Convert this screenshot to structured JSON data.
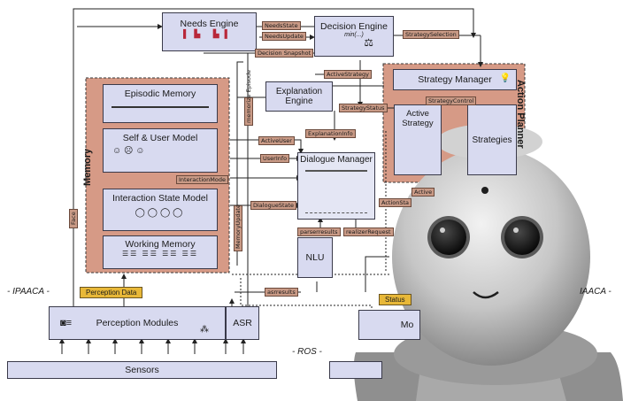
{
  "modules": {
    "needs_engine": "Needs Engine",
    "decision_engine": "Decision Engine",
    "decision_formula": "min(...)",
    "episodic_memory": "Episodic Memory",
    "explanation_engine": "Explanation Engine",
    "self_user_model": "Self & User Model",
    "interaction_state_model": "Interaction State Model",
    "working_memory": "Working Memory",
    "dialogue_manager": "Dialogue Manager",
    "nlu": "NLU",
    "strategy_manager": "Strategy Manager",
    "active_strategy": "Active Strategy",
    "strategies": "Strategies",
    "perception_modules": "Perception Modules",
    "asr": "ASR",
    "sensors": "Sensors",
    "motor": "Mo"
  },
  "sections": {
    "memory": "Memory",
    "action_planner": "Action Planner",
    "ipaaca_left": "- IPAACA -",
    "ipaaca_right": "IAACA -",
    "ros": "- ROS -"
  },
  "badges": {
    "perception_data": "Perception Data",
    "status": "Status"
  },
  "messages": {
    "needs_state": "NeedsState",
    "needs_update": "NeedsUpdate",
    "strategy_selection": "StrategySelection",
    "decision_snapshot": "Decision Snapshot",
    "active_strategy": "ActiveStrategy",
    "strategy_status": "StrategyStatus",
    "strategy_control": "StrategyControl",
    "explanation_info": "ExplanationInfo",
    "active_user": "ActiveUser",
    "user_info": "UserInfo",
    "interaction_mode": "InteractionMode",
    "dialogue_state": "DialogueState",
    "parser_results": "parserresults",
    "realizer_request": "realizerRequest",
    "asr_results": "asrresults",
    "action_status": "ActionSta",
    "active_short": "Active",
    "memorize_episode": "memorize Episode",
    "memory_update": "MemoryUpdate",
    "face": "Face"
  }
}
